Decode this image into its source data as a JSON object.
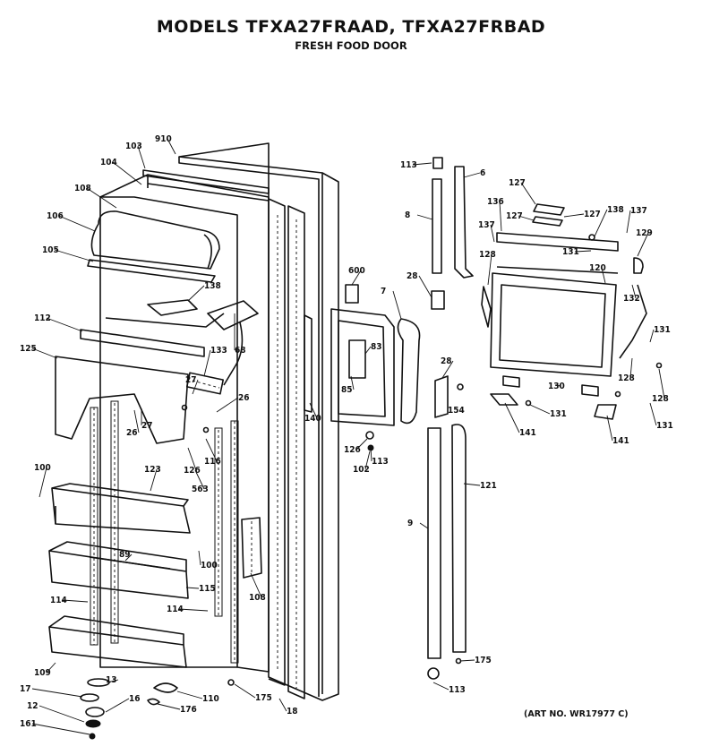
{
  "header": {
    "title": "MODELS TFXA27FRAAD, TFXA27FRBAD",
    "subtitle": "FRESH FOOD DOOR"
  },
  "footer": {
    "art_number": "(ART NO. WR17977 C)"
  },
  "part_labels": [
    "910",
    "103",
    "104",
    "108",
    "106",
    "105",
    "138",
    "112",
    "133",
    "125",
    "27",
    "68",
    "26",
    "26",
    "27",
    "126",
    "116",
    "563",
    "123",
    "100",
    "89",
    "100",
    "115",
    "114",
    "108",
    "114",
    "109",
    "13",
    "17",
    "16",
    "12",
    "161",
    "110",
    "176",
    "175",
    "18",
    "600",
    "83",
    "85",
    "126",
    "102",
    "113",
    "140",
    "7",
    "113",
    "6",
    "8",
    "28",
    "28",
    "154",
    "9",
    "121",
    "113",
    "175",
    "127",
    "136",
    "127",
    "127",
    "138",
    "137",
    "137",
    "131",
    "129",
    "128",
    "120",
    "132",
    "131",
    "128",
    "130",
    "141",
    "131",
    "141",
    "131",
    "128"
  ]
}
